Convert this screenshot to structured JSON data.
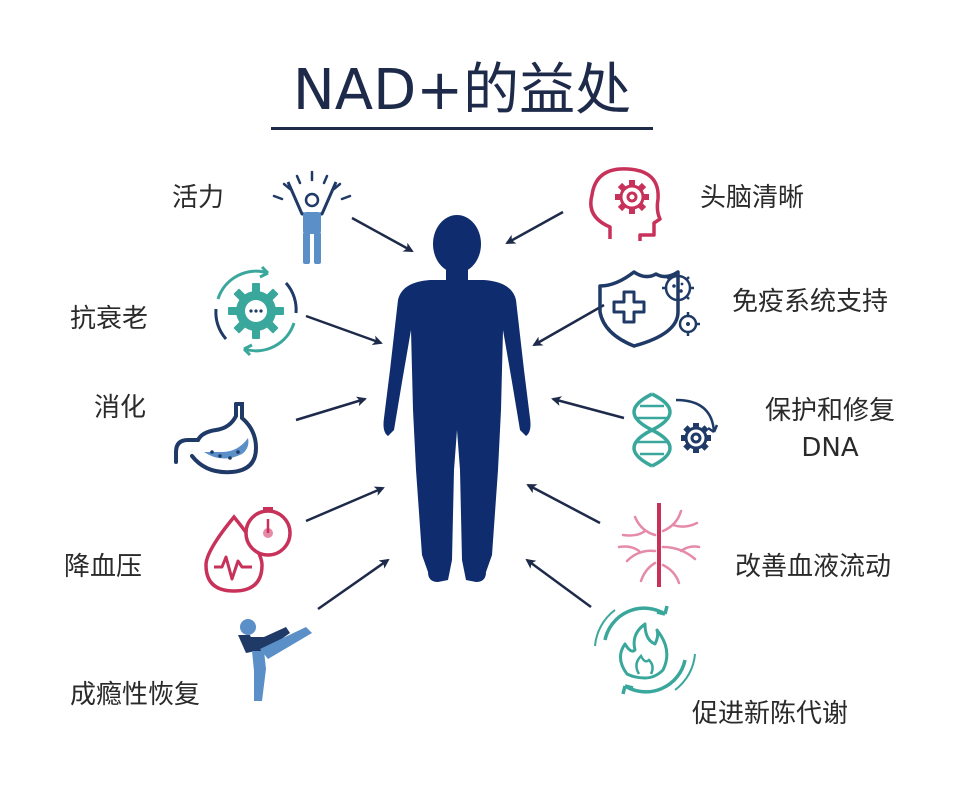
{
  "title": "NAD+的益处",
  "colors": {
    "body": "#0f2d6e",
    "arrow": "#1e2a4a",
    "blue": "#5b8fc7",
    "teal": "#3aa79c",
    "navy": "#1f3a66",
    "crimson": "#c8325a",
    "pink": "#e58aa8"
  },
  "benefits": {
    "vitality": {
      "label": "活力",
      "icon": "person-cheering-icon"
    },
    "anti_aging": {
      "label": "抗衰老",
      "icon": "gear-cycle-icon"
    },
    "digestion": {
      "label": "消化",
      "icon": "stomach-icon"
    },
    "blood_pressure": {
      "label": "降血压",
      "icon": "blood-drop-gauge-icon"
    },
    "addiction_recovery": {
      "label": "成瘾性恢复",
      "icon": "martial-arts-kick-icon"
    },
    "mental_clarity": {
      "label": "头脑清晰",
      "icon": "head-gear-icon"
    },
    "immune_support": {
      "label": "免疫系统支持",
      "icon": "shield-virus-icon"
    },
    "dna_repair": {
      "label_line1": "保护和修复",
      "label_line2": "DNA",
      "icon": "dna-gear-icon"
    },
    "blood_flow": {
      "label": "改善血液流动",
      "icon": "blood-vessel-icon"
    },
    "metabolism": {
      "label": "促进新陈代谢",
      "icon": "flame-cycle-icon"
    }
  }
}
